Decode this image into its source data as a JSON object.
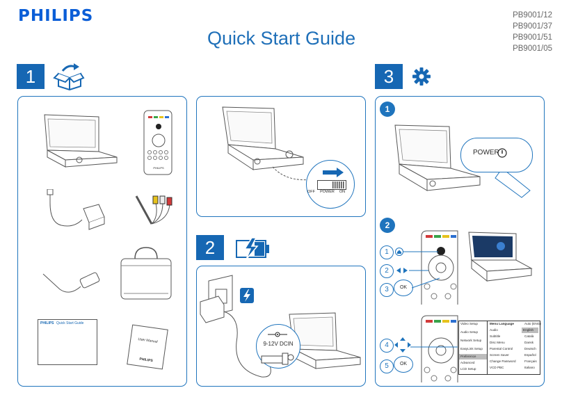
{
  "brand": "PHILIPS",
  "title": "Quick Start Guide",
  "models": [
    "PB9001/12",
    "PB9001/37",
    "PB9001/51",
    "PB9001/05"
  ],
  "steps": [
    "1",
    "2",
    "3"
  ],
  "substeps": [
    "1",
    "2"
  ],
  "switch": {
    "off": "OFF",
    "power": "POWER",
    "on": "ON"
  },
  "power_callout": "POWER",
  "dcin_label": "9-12V DCIN",
  "booklet": {
    "qsg": "Quick Start Guide",
    "brand": "PHILIPS"
  },
  "manual": {
    "title": "User Manual",
    "brand": "PHILIPS"
  },
  "remote_brand": "PHILIPS",
  "ok_label": "OK",
  "setup_markers": [
    "1",
    "2",
    "3",
    "4",
    "5"
  ],
  "menu": {
    "left": [
      "Video Setup",
      "Audio Setup",
      "Network Setup",
      "EasyLink Setup",
      "Preference",
      "Advanced",
      "LCD Setup"
    ],
    "right": [
      {
        "label": "Menu Language",
        "value": "Auto (ENG)"
      },
      {
        "label": "Audio",
        "value": "English"
      },
      {
        "label": "Subtitle",
        "value": "Català"
      },
      {
        "label": "Disc Menu",
        "value": "Dansk"
      },
      {
        "label": "Parental Control",
        "value": "Deutsch"
      },
      {
        "label": "Screen Saver",
        "value": "Español"
      },
      {
        "label": "Change Password",
        "value": "Français"
      },
      {
        "label": "VCD PBC",
        "value": "Italiano"
      }
    ]
  },
  "colors": {
    "accent": "#1667b3",
    "outline": "#1f74bd",
    "remote_buttons": [
      "#d23a3a",
      "#3aa34a",
      "#e6c21c",
      "#2b6fd0"
    ]
  }
}
